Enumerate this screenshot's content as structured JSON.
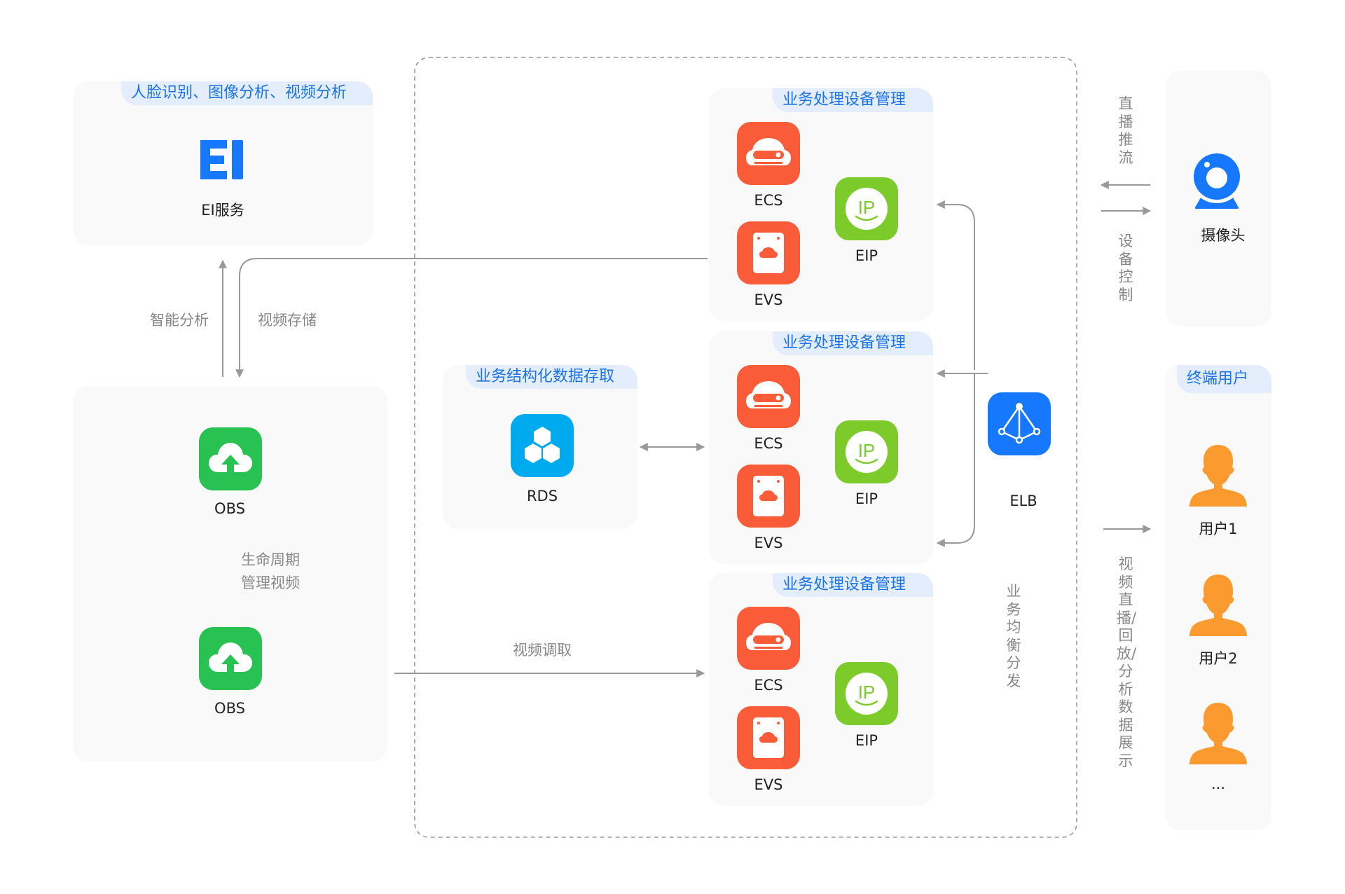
{
  "colors": {
    "ecs_evs": "#fa5b38",
    "obs": "#28c252",
    "eip": "#7ccb2b",
    "ei_elb_camera": "#1677ff",
    "rds": "#00aaee",
    "user": "#fb9b2f",
    "pill_bg": "#e3edfc",
    "pill_text": "#1a73e8",
    "arrow": "#999999"
  },
  "ei_panel": {
    "title": "人脸识别、图像分析、视频分析",
    "logo_text": "EI",
    "label": "EI服务",
    "icon": "ei-logo-icon"
  },
  "left_arrows": {
    "up_label": "智能分析",
    "down_label": "视频存储"
  },
  "obs_panel": {
    "items": [
      {
        "label": "OBS",
        "icon": "cloud-upload-icon"
      },
      {
        "label": "OBS",
        "icon": "cloud-upload-icon"
      }
    ],
    "lifecycle_label_line1": "生命周期",
    "lifecycle_label_line2": "管理视频"
  },
  "rds_panel": {
    "title": "业务结构化数据存取",
    "label": "RDS",
    "icon": "hexagon-cluster-icon"
  },
  "video_fetch_label": "视频调取",
  "service_groups": [
    {
      "title": "业务处理设备管理",
      "ecs": "ECS",
      "evs": "EVS",
      "eip": "EIP"
    },
    {
      "title": "业务处理设备管理",
      "ecs": "ECS",
      "evs": "EVS",
      "eip": "EIP"
    },
    {
      "title": "业务处理设备管理",
      "ecs": "ECS",
      "evs": "EVS",
      "eip": "EIP"
    }
  ],
  "eip_icon_text": "IP",
  "elb": {
    "label": "ELB",
    "icon": "network-pyramid-icon",
    "note": "业务均衡分发"
  },
  "camera_panel": {
    "label": "摄像头",
    "icon": "webcam-icon",
    "push_label": "直播推流",
    "control_label": "设备控制"
  },
  "users_panel": {
    "title": "终端用户",
    "users": [
      {
        "label": "用户1"
      },
      {
        "label": "用户2"
      },
      {
        "label": "..."
      }
    ],
    "flow_label": "视频直播/回放/分析数据展示"
  }
}
